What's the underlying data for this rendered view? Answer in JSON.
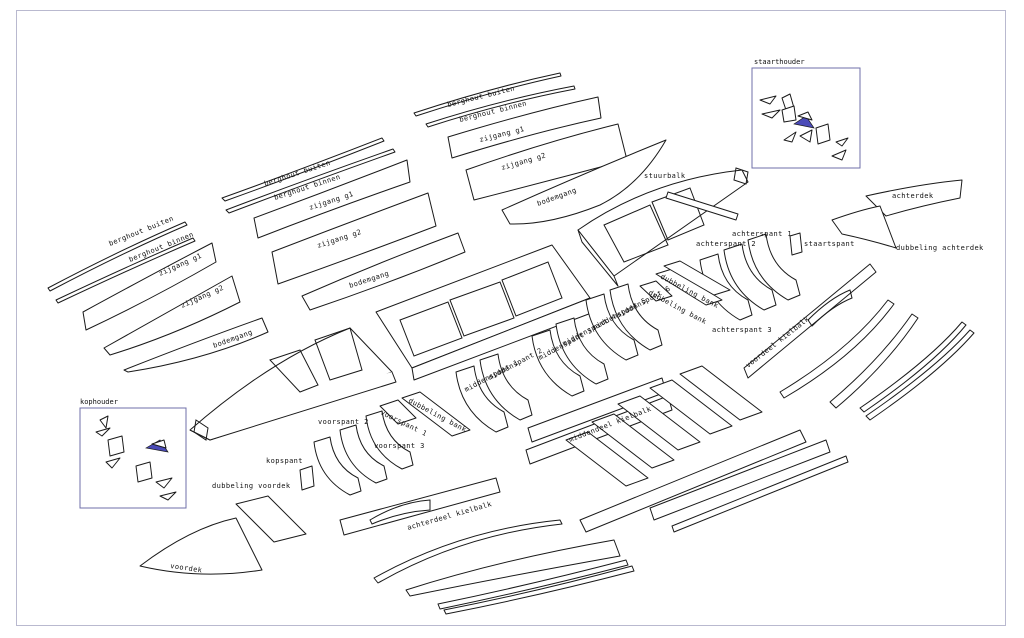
{
  "labels": {
    "berghout_buiten_a": "berghout buiten",
    "berghout_binnen_a": "berghout binnen",
    "zijgang_g1_a": "zijgang g1",
    "zijgang_g2_a": "zijgang g2",
    "bodemgang_a": "bodemgang",
    "berghout_buiten_b": "berghout buiten",
    "berghout_binnen_b": "berghout binnen",
    "zijgang_g1_b": "zijgang g1",
    "zijgang_g2_b": "zijgang g2",
    "bodemgang_b": "bodemgang",
    "berghout_buiten_c": "berghout buiten",
    "berghout_binnen_c": "berghout binnen",
    "zijgang_g1_c": "zijgang g1",
    "zijgang_g2_c": "zijgang g2",
    "bodemgang_c": "bodemgang",
    "stuurbalk": "stuurbalk",
    "achterspant_1": "achterspant 1",
    "achterspant_2": "achterspant 2",
    "achterspant_3": "achterspant 3",
    "staartspant": "staartspant",
    "dubbeling_bank_a": "dubbeling bank",
    "dubbeling_bank_b": "dubbeling bank",
    "dubbeling_bank_c": "dubbeling bank",
    "middenspant_1": "middenspant 1",
    "middenspant_2": "middenspant 2",
    "middenspant_3": "middenspant 3",
    "middenspant_4": "middenspant 4",
    "middenspant_5": "middenspant 5",
    "middenspant_6": "middenspant 6",
    "middendeel_kielbalk": "middendeel kielbalk",
    "voordeel_kielbalk": "voordeel kielbalk",
    "achterdeel_kielbalk": "achterdeel kielbalk",
    "voorspant_1": "voorspant 1",
    "voorspant_2": "voorspant 2",
    "voorspant_3": "voorspant 3",
    "kopspant": "kopspant",
    "dubbeling_voordek": "dubbeling voordek",
    "voordek": "voordek",
    "achterdek": "achterdek",
    "dubbeling_achterdek": "dubbeling achterdek"
  },
  "insets": {
    "staarthouder": "staarthouder",
    "kophouder": "kophouder"
  },
  "colors": {
    "line": "#1a1a1a",
    "inset_frame": "#6f6fa8",
    "highlight_part": "#4a4ab8"
  }
}
